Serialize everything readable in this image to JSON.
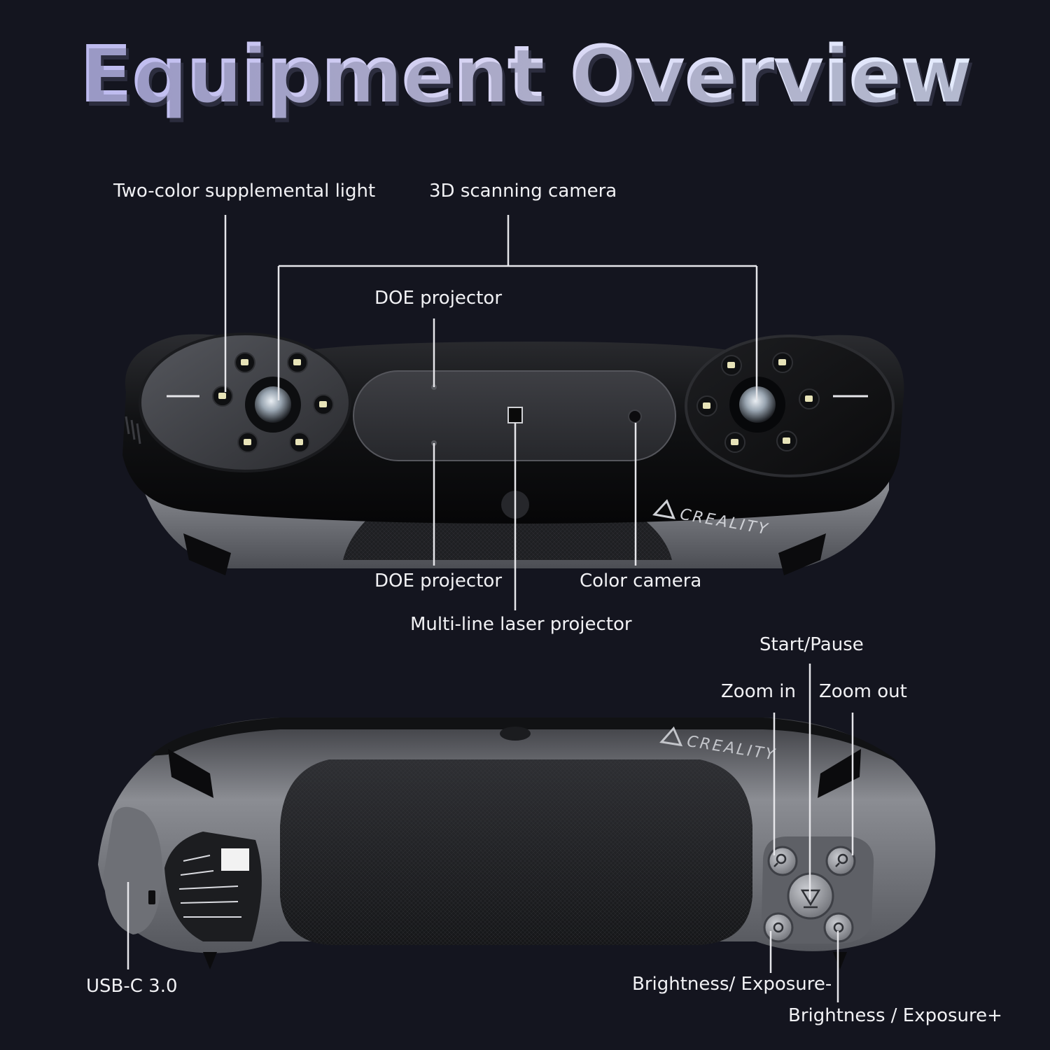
{
  "title": "Equipment Overview",
  "labels": {
    "two_color_light": "Two-color supplemental light",
    "scanning_camera": "3D scanning camera",
    "doe_projector_top": "DOE projector",
    "doe_projector_bottom": "DOE projector",
    "color_camera": "Color camera",
    "laser_projector": "Multi-line laser projector",
    "start_pause": "Start/Pause",
    "zoom_in": "Zoom in",
    "zoom_out": "Zoom out",
    "usb_c": "USB-C 3.0",
    "brightness_minus": "Brightness/ Exposure-",
    "brightness_plus": "Brightness / Exposure+"
  },
  "brand_logo_text": "CREALITY",
  "colors": {
    "background": "#14151f",
    "label_text": "#f1f1f4",
    "leader_line": "#e6e6ea"
  }
}
